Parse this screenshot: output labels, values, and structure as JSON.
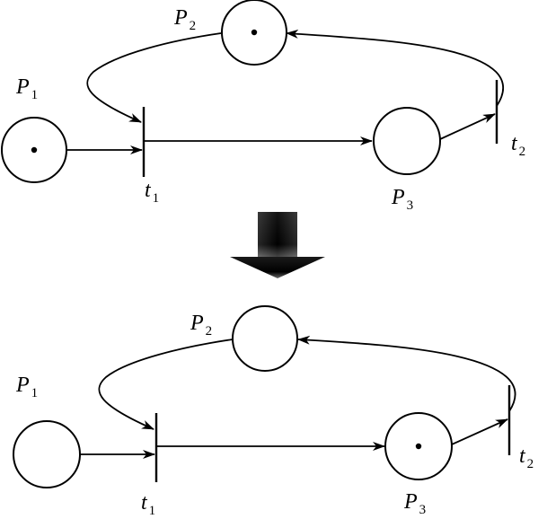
{
  "before": {
    "places": [
      {
        "id": "P1",
        "name": "P",
        "sub": "1",
        "tokens": 1
      },
      {
        "id": "P2",
        "name": "P",
        "sub": "2",
        "tokens": 1
      },
      {
        "id": "P3",
        "name": "P",
        "sub": "3",
        "tokens": 0
      }
    ],
    "transitions": [
      {
        "id": "t1",
        "name": "t",
        "sub": "1"
      },
      {
        "id": "t2",
        "name": "t",
        "sub": "2"
      }
    ]
  },
  "after": {
    "places": [
      {
        "id": "P1",
        "name": "P",
        "sub": "1",
        "tokens": 0
      },
      {
        "id": "P2",
        "name": "P",
        "sub": "2",
        "tokens": 0
      },
      {
        "id": "P3",
        "name": "P",
        "sub": "3",
        "tokens": 1
      }
    ],
    "transitions": [
      {
        "id": "t1",
        "name": "t",
        "sub": "1"
      },
      {
        "id": "t2",
        "name": "t",
        "sub": "2"
      }
    ]
  },
  "arrow_icon": "down-arrow-icon"
}
